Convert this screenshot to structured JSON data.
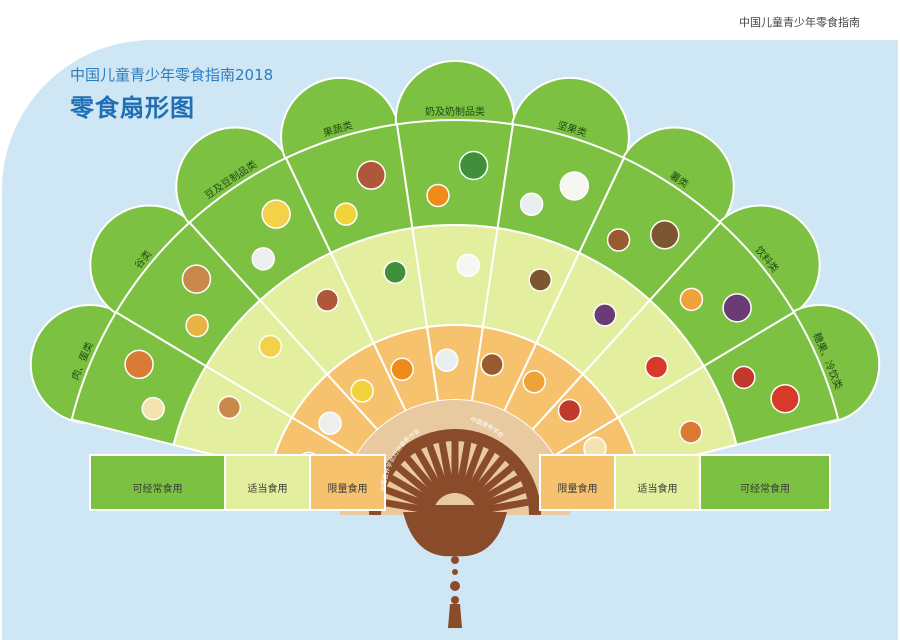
{
  "header": {
    "guide_name": "中国儿童青少年零食指南"
  },
  "poster": {
    "subtitle": "中国儿童青少年零食指南2018",
    "title": "零食扇形图",
    "arc_text_left": "中国营养学会妇幼营养分会",
    "arc_text_right": "中国营养学会"
  },
  "categories": [
    {
      "label": "肉、蛋类"
    },
    {
      "label": "谷类"
    },
    {
      "label": "豆及豆制品类"
    },
    {
      "label": "果蔬类"
    },
    {
      "label": "奶及奶制品类"
    },
    {
      "label": "坚果类"
    },
    {
      "label": "薯类"
    },
    {
      "label": "饮料类"
    },
    {
      "label": "糖果、冷饮类"
    }
  ],
  "bands": {
    "frequent": "可经常食用",
    "moderate": "适当食用",
    "limited": "限量食用"
  },
  "colors": {
    "frequent_band": "#7cc142",
    "moderate_band": "#e4ee9f",
    "limited_band": "#f6c26e",
    "fan_handle": "#8a4b2a",
    "panel_bg": "#cfe6f4",
    "title_blue": "#1f6fb5"
  },
  "food_icons": [
    "shrimp-icon",
    "egg-icon",
    "cereal-icon",
    "bread-icon",
    "corn-icon",
    "soymilk-icon",
    "peanut-icon",
    "banana-icon",
    "cucumber-icon",
    "orange-icon",
    "milk-icon",
    "yogurt-icon",
    "walnut-icon",
    "chestnut-icon",
    "sweet-potato-icon",
    "juice-icon",
    "tomato-icon",
    "candy-icon"
  ]
}
